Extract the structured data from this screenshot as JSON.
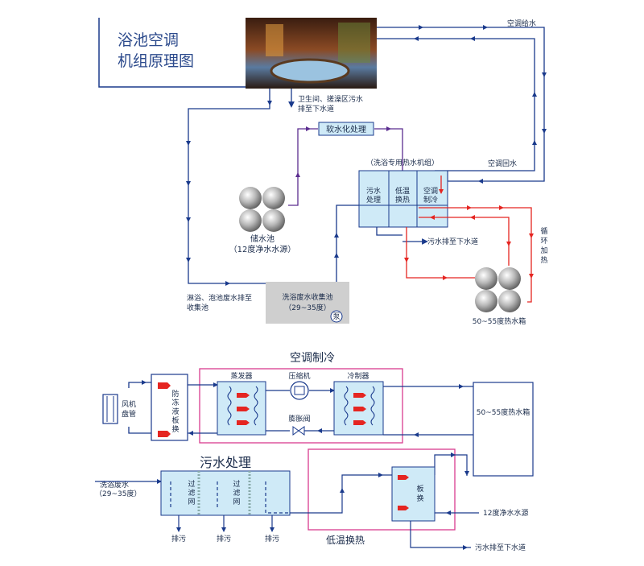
{
  "title": {
    "line1": "浴池空调",
    "line2": "机组原理图"
  },
  "top": {
    "ac_supply": "空调给水",
    "ac_return": "空调回水",
    "sewage_note_1": "卫生间、搓澡区污水",
    "sewage_note_2": "排至下水道",
    "softening": "软水化处理",
    "unit_caption": "（洗浴专用热水机组）",
    "cell_sewage_1": "污水",
    "cell_sewage_2": "处理",
    "cell_lowtemp_1": "低温",
    "cell_lowtemp_2": "换热",
    "cell_ac_1": "空调",
    "cell_ac_2": "制冷",
    "storage_1": "储水池",
    "storage_2": "（12度净水水源）",
    "drain_to_sewer": "污水排至下水道",
    "shower_note_1": "淋浴、泡池废水排至",
    "shower_note_2": "收集池",
    "collect_1": "洗浴废水收集池",
    "collect_2": "（29~35度）",
    "pump": "泵",
    "circ": [
      "循",
      "环",
      "加",
      "热"
    ],
    "hot_tank": "50~55度热水箱"
  },
  "bottom": {
    "ac_cooling": "空调制冷",
    "fan_coil_1": "风机",
    "fan_coil_2": "盘管",
    "antifreeze": [
      "防",
      "冻",
      "液",
      "板",
      "换"
    ],
    "evaporator": "蒸发器",
    "compressor": "压缩机",
    "condenser": "冷制器",
    "exp_valve": "膨胀阀",
    "hot_tank": "50~55度热水箱",
    "sewage_treat": "污水处理",
    "wastewater_1": "洗浴废水",
    "wastewater_2": "（29~35度）",
    "filter": [
      "过",
      "滤",
      "网"
    ],
    "discharge": "排污",
    "plate_hx": [
      "板",
      "换"
    ],
    "clean_source": "12度净水水源",
    "drain_to_sewer": "污水排至下水道",
    "lowtemp_hx": "低温换热"
  },
  "colors": {
    "line": "#1a3a8c",
    "hot": "#e52521",
    "purple": "#5b2c8f",
    "magenta": "#d83c8e",
    "cyan_fill": "#cfeaf7",
    "gray": "#cfcfcf"
  }
}
